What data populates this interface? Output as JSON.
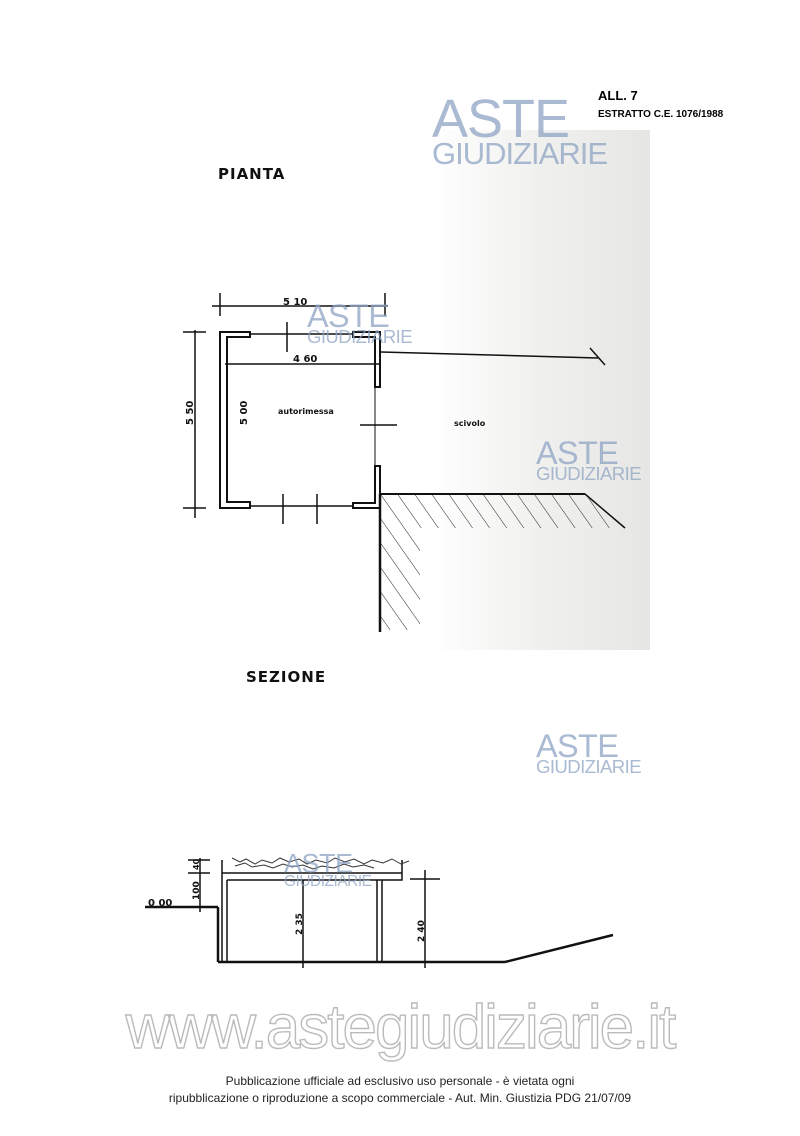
{
  "header": {
    "attachment": "ALL. 7",
    "excerpt": "ESTRATTO C.E. 1076/1988"
  },
  "watermark": {
    "line1": "ASTE",
    "line2": "GIUDIZIARIE",
    "site": "www.astegiudiziarie.it"
  },
  "plan": {
    "title": "PIANTA",
    "dim_outer_width": "5 10",
    "dim_inner_width": "4 60",
    "dim_outer_depth": "5 50",
    "dim_inner_depth": "5 00",
    "room_label": "autorimessa",
    "ramp_label": "scivolo"
  },
  "section": {
    "title": "SEZIONE",
    "level": "0 00",
    "dim_100": "100",
    "dim_40": "40",
    "dim_235": "2 35",
    "dim_240": "2 40"
  },
  "footer": {
    "line1": "Pubblicazione ufficiale ad esclusivo uso personale - è vietata ogni",
    "line2": "ripubblicazione o riproduzione a scopo commerciale - Aut. Min. Giustizia PDG 21/07/09"
  }
}
